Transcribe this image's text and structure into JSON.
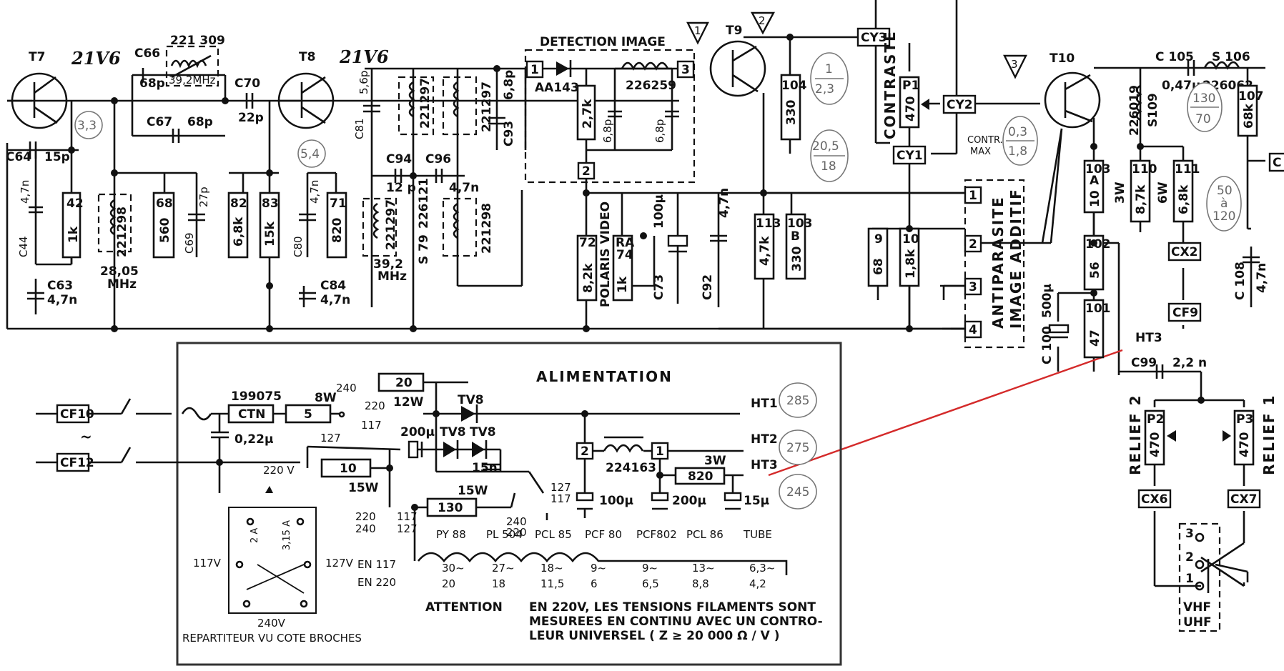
{
  "transistors": {
    "t7": "T7",
    "t8": "T8",
    "t9": "T9",
    "t10": "T10"
  },
  "handwritten": {
    "t7_voltage": "21V6",
    "t8_voltage": "21V6"
  },
  "measurements": {
    "m_33": "3,3",
    "m_54": "5,4",
    "m_1": "1",
    "m_23": "2,3",
    "m_205": "20,5",
    "m_18": "18",
    "m_03": "0,3",
    "m_18b": "1,8",
    "m_130": "130",
    "m_70": "70",
    "m_50": "50",
    "m_a": "à",
    "m_120": "120"
  },
  "test_points": {
    "tp1": "1",
    "tp2": "2",
    "tp3": "3"
  },
  "stage1": {
    "c64": "C64",
    "c64v": "15p",
    "c44": "C44",
    "c44v": "4,7n",
    "r42": "42",
    "r42v": "1k",
    "c63": "C63",
    "c63v": "4,7n",
    "c66": "C66",
    "c66v": "68p",
    "l221309": "221 309",
    "l221309f": "39,2MHz",
    "c67": "C67",
    "c67v": "68p",
    "l221298": "221298",
    "f2805": "28,05",
    "mhz": "MHz",
    "r68": "68",
    "r68v": "560",
    "c69": "C69",
    "c69v": "27p",
    "c70": "C70",
    "c70v": "22p"
  },
  "stage2": {
    "r82": "82",
    "r82v": "6,8k",
    "r83": "83",
    "r83v": "15k",
    "c80": "C80",
    "c80v": "4,7n",
    "c84": "C84",
    "c84v": "4,7n",
    "r71": "71",
    "r71v": "820",
    "c81": "C81",
    "c81v": "5,6p",
    "l221297a": "221297",
    "c94": "C94",
    "c94v": "12 p",
    "l221297b": "221297",
    "f392": "39,2",
    "mhz2": "MHz",
    "s79": "S 79",
    "l226121": "226121",
    "c96": "C96",
    "c96v": "4,7n",
    "l221297c": "221297",
    "l221298b": "221298",
    "c93": "C93",
    "c93v": "6,8p"
  },
  "detection": {
    "title": "DETECTION  IMAGE",
    "pin1": "1",
    "pin2": "2",
    "pin3": "3",
    "diode": "AA143",
    "r27": "2,7k",
    "l226259": "226259",
    "c68a": "6,8p",
    "c68b": "6,8p",
    "r72": "72",
    "r72v": "8,2k",
    "ra74": "RA",
    "ra74n": "74",
    "ra74v": "1k",
    "polaris": "POLARIS  VIDEO",
    "c73": "C73",
    "c73v": "100µ",
    "c92": "C92",
    "c92v": "4,7n"
  },
  "video": {
    "r104": "104",
    "r104v": "330",
    "r113": "113",
    "r113v": "4,7k",
    "r103b": "103",
    "r103bb": "B",
    "r103bv": "330",
    "cy3": "CY3",
    "cy2": "CY2",
    "cy1": "CY1",
    "p1": "P1",
    "p1v": "470",
    "contraste": "CONTRASTE",
    "contr": "CONTR.",
    "max": "MAX",
    "r9": "9",
    "r9v": "68",
    "r10": "10",
    "r10v": "1,8k"
  },
  "antiparasite": {
    "pin1": "1",
    "pin2": "2",
    "pin3": "3",
    "pin4": "4",
    "title1": "ANTIPARASITE",
    "title2": "IMAGE  ADDITIF"
  },
  "right": {
    "c105": "C 105",
    "c105v": "0,47µ",
    "s106": "S 106",
    "s106v": "226062",
    "l226019": "226019",
    "s109": "S109",
    "r107": "107",
    "r107v": "68k",
    "r103a": "103",
    "r103aa": "A",
    "r103av": "10",
    "r110": "110",
    "r110v": "8,7k",
    "r110w": "3W",
    "r111": "111",
    "r111v": "6,8k",
    "r111w": "6W",
    "r102": "102",
    "r102v": "56",
    "r101": "101",
    "r101v": "47",
    "c100": "C 100",
    "c100v": "500µ",
    "cx2": "CX2",
    "cf9": "CF9",
    "ht3": "HT3",
    "c108": "C 108",
    "c108v": "4,7n",
    "c99": "C99",
    "c99v": "2,2 n",
    "p2": "P2",
    "p2v": "470",
    "p3": "P3",
    "p3v": "470",
    "relief2": "RELIEF 2",
    "relief1": "RELIEF 1",
    "cx6": "CX6",
    "cx7": "CX7",
    "sw1": "1",
    "sw2": "2",
    "sw3": "3",
    "vhf": "VHF",
    "uhf": "UHF",
    "c_edge": "C"
  },
  "alim": {
    "title": "ALIMENTATION",
    "cf10": "CF10",
    "cf12": "CF12",
    "tilde": "~",
    "ctn_num": "199075",
    "ctn": "CTN",
    "c022": "0,22µ",
    "r5w": "8W",
    "r5": "5",
    "r20": "20",
    "r20w": "12W",
    "tv8a": "TV8",
    "tv8b": "TV8",
    "tv8c": "TV8",
    "t240": "240",
    "t220": "220",
    "t117": "117",
    "t127": "127",
    "c200a": "200µ",
    "r10": "10",
    "r10w": "15W",
    "c15n": "15n",
    "r130w": "15W",
    "r130": "130",
    "s127": "127",
    "s117": "117",
    "s240": "240",
    "s220": "220",
    "s220b": "220",
    "s240b": "240",
    "s117b": "117",
    "s127b": "127",
    "n2": "2",
    "l224163": "224163",
    "n1": "1",
    "r820w": "3W",
    "r820": "820",
    "c100a": "100µ",
    "c200b": "200µ",
    "c15u": "15µ",
    "ht1": "HT1",
    "ht2": "HT2",
    "ht3": "HT3",
    "v285": "285",
    "v275": "275",
    "v245": "245",
    "tubes": [
      "PY 88",
      "PL 504",
      "PCL 85",
      "PCF 80",
      "PCF802",
      "PCL 86",
      "TUBE"
    ],
    "en117": "EN 117",
    "en220": "EN 220",
    "v117": [
      "30",
      "27",
      "18",
      "9",
      "9",
      "13",
      "6,3"
    ],
    "v220": [
      "20",
      "18",
      "11,5",
      "6",
      "6,5",
      "8,8",
      "4,2"
    ],
    "v220v": "220 V",
    "v117v": "117V",
    "v127v": "127V",
    "v240v": "240V",
    "fuse_a": "2 A",
    "fuse_b": "3,15 A",
    "repartiteur": "REPARTITEUR  VU  COTE  BROCHES",
    "attention": "ATTENTION",
    "note1": "EN  220V, LES  TENSIONS  FILAMENTS  SONT",
    "note2": "MESUREES  EN  CONTINU  AVEC  UN  CONTRO-",
    "note3": "LEUR   UNIVERSEL  ( Z  ≥  20 000  Ω / V )"
  },
  "colors": {
    "ink": "#111111",
    "measure": "#666666",
    "link": "#d42a2a"
  }
}
